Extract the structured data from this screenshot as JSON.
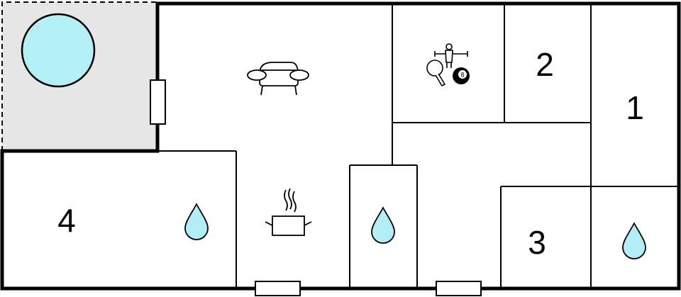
{
  "floorplan": {
    "rooms": [
      {
        "id": "bedroom-4",
        "number": "4"
      },
      {
        "id": "bedroom-2",
        "number": "2"
      },
      {
        "id": "bedroom-1",
        "number": "1"
      },
      {
        "id": "bedroom-3",
        "number": "3"
      }
    ],
    "icons": [
      "pool-icon",
      "sofa-icon",
      "foosball-icon",
      "ping-pong-icon",
      "billiard-ball-icon",
      "cooking-pot-icon",
      "water-drop-icon"
    ],
    "billiard_ball_label": "8",
    "colors": {
      "wall": "#000000",
      "terrace": "#e6e6e6",
      "pool": "#b3f0f5",
      "water_drop": "#b3eef7"
    }
  }
}
